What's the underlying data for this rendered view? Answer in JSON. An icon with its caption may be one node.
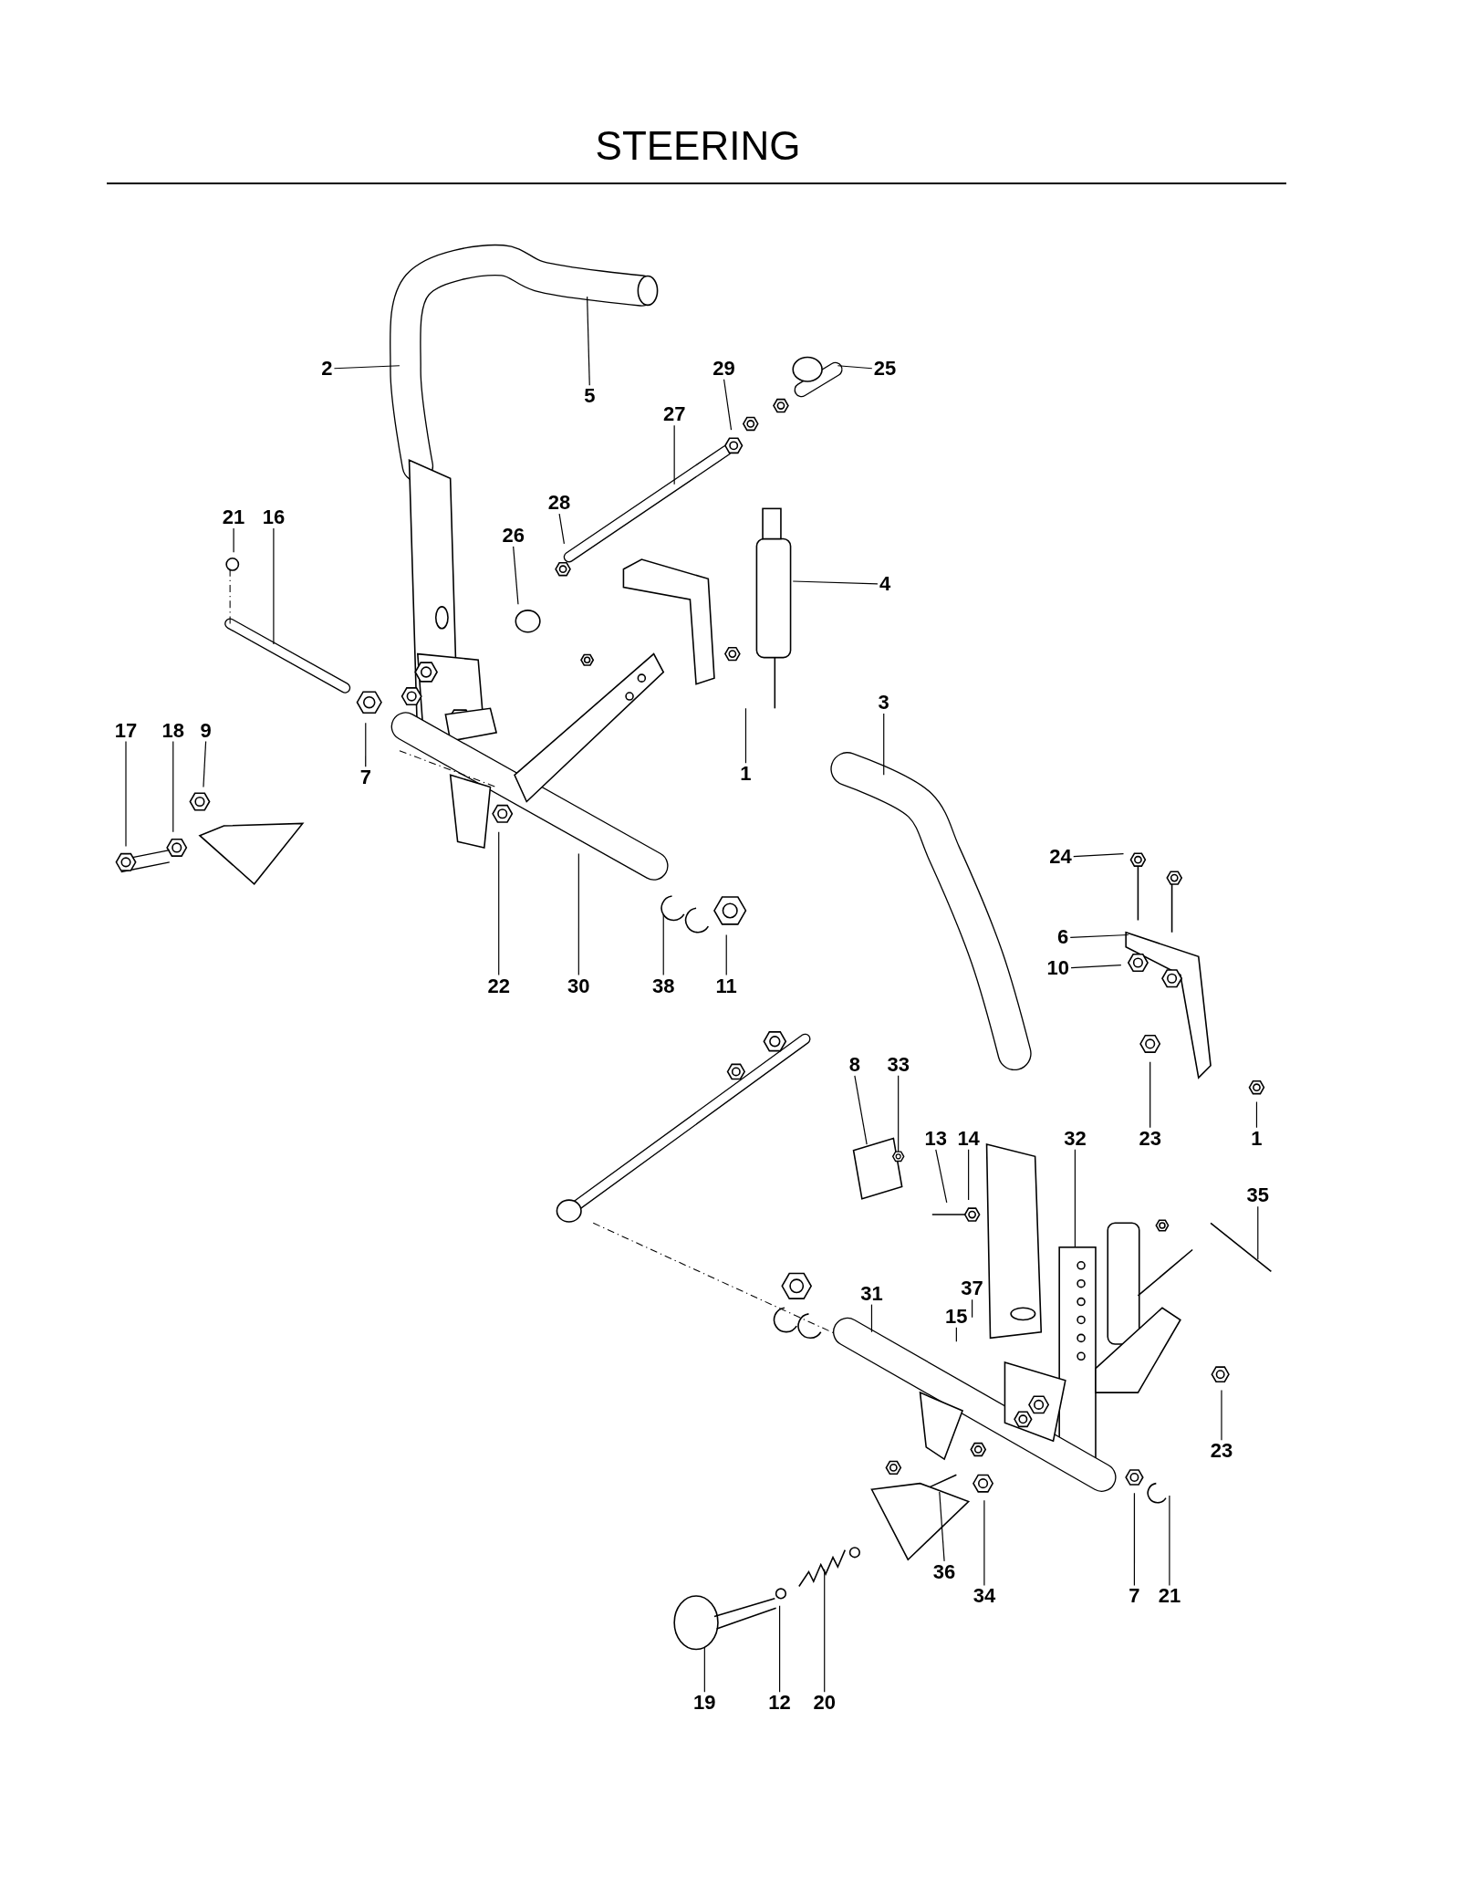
{
  "diagram": {
    "title": "STEERING",
    "nodes": [
      {
        "text": [
          "2"
        ]
      },
      {
        "text": [
          "29"
        ]
      },
      {
        "text": [
          "25"
        ]
      },
      {
        "text": [
          "5"
        ]
      },
      {
        "text": [
          "27"
        ]
      },
      {
        "text": [
          "28"
        ]
      },
      {
        "text": [
          "21"
        ]
      },
      {
        "text": [
          "16"
        ]
      },
      {
        "text": [
          "26"
        ]
      },
      {
        "text": [
          "4"
        ]
      },
      {
        "text": [
          "3"
        ]
      },
      {
        "text": [
          "17"
        ]
      },
      {
        "text": [
          "18"
        ]
      },
      {
        "text": [
          "9"
        ]
      },
      {
        "text": [
          "1"
        ]
      },
      {
        "text": [
          "7"
        ]
      },
      {
        "text": [
          "24"
        ]
      },
      {
        "text": [
          "6"
        ]
      },
      {
        "text": [
          "10"
        ]
      },
      {
        "text": [
          "22"
        ]
      },
      {
        "text": [
          "30"
        ]
      },
      {
        "text": [
          "38"
        ]
      },
      {
        "text": [
          "11"
        ]
      },
      {
        "text": [
          "8"
        ]
      },
      {
        "text": [
          "33"
        ]
      },
      {
        "text": [
          "13"
        ]
      },
      {
        "text": [
          "14"
        ]
      },
      {
        "text": [
          "32"
        ]
      },
      {
        "text": [
          "23"
        ]
      },
      {
        "text": [
          "1"
        ]
      },
      {
        "text": [
          "35"
        ]
      },
      {
        "text": [
          "37"
        ]
      },
      {
        "text": [
          "31"
        ]
      },
      {
        "text": [
          "15"
        ]
      },
      {
        "text": [
          "23"
        ]
      },
      {
        "text": [
          "36"
        ]
      },
      {
        "text": [
          "34"
        ]
      },
      {
        "text": [
          "7"
        ]
      },
      {
        "text": [
          "21"
        ]
      },
      {
        "text": [
          "19"
        ]
      },
      {
        "text": [
          "12"
        ]
      },
      {
        "text": [
          "20"
        ]
      },
      {
        "text": [],
        "shape": "nut"
      }
    ],
    "edges": [
      {
        "from": 0,
        "to": null,
        "arrow": "none"
      },
      {
        "from": 1,
        "to": null,
        "arrow": "none"
      },
      {
        "from": 2,
        "to": null,
        "arrow": "none"
      },
      {
        "from": 3,
        "to": null,
        "arrow": "none"
      },
      {
        "from": 4,
        "to": null,
        "arrow": "none"
      },
      {
        "from": 5,
        "to": null,
        "arrow": "none"
      },
      {
        "from": 6,
        "to": null,
        "arrow": "none"
      },
      {
        "from": 7,
        "to": null,
        "arrow": "none"
      },
      {
        "from": 8,
        "to": null,
        "arrow": "none"
      },
      {
        "from": 9,
        "to": null,
        "arrow": "none"
      },
      {
        "from": 10,
        "to": null,
        "arrow": "none"
      },
      {
        "from": 11,
        "to": null,
        "arrow": "none"
      },
      {
        "from": 12,
        "to": null,
        "arrow": "none"
      },
      {
        "from": 13,
        "to": null,
        "arrow": "none"
      },
      {
        "from": 14,
        "to": null,
        "arrow": "none"
      },
      {
        "from": 15,
        "to": null,
        "arrow": "none"
      },
      {
        "from": 16,
        "to": null,
        "arrow": "none"
      },
      {
        "from": 17,
        "to": null,
        "arrow": "none"
      },
      {
        "from": 18,
        "to": null,
        "arrow": "none"
      },
      {
        "from": 19,
        "to": null,
        "arrow": "none"
      },
      {
        "from": 20,
        "to": null,
        "arrow": "none"
      },
      {
        "from": 21,
        "to": null,
        "arrow": "none"
      },
      {
        "from": 22,
        "to": null,
        "arrow": "none"
      },
      {
        "from": 23,
        "to": null,
        "arrow": "none"
      },
      {
        "from": 24,
        "to": 42,
        "arrow": "none"
      },
      {
        "from": 25,
        "to": null,
        "arrow": "none"
      },
      {
        "from": 26,
        "to": null,
        "arrow": "none"
      },
      {
        "from": 27,
        "to": null,
        "arrow": "none"
      },
      {
        "from": 28,
        "to": null,
        "arrow": "none"
      },
      {
        "from": 29,
        "to": null,
        "arrow": "none"
      },
      {
        "from": 30,
        "to": null,
        "arrow": "none"
      },
      {
        "from": 31,
        "to": null,
        "arrow": "none"
      },
      {
        "from": 32,
        "to": null,
        "arrow": "none"
      },
      {
        "from": 33,
        "to": null,
        "arrow": "none"
      },
      {
        "from": 34,
        "to": null,
        "arrow": "none"
      },
      {
        "from": 35,
        "to": null,
        "arrow": "none"
      },
      {
        "from": 36,
        "to": null,
        "arrow": "none"
      },
      {
        "from": 37,
        "to": null,
        "arrow": "none"
      },
      {
        "from": 38,
        "to": null,
        "arrow": "none"
      },
      {
        "from": 39,
        "to": null,
        "arrow": "none"
      },
      {
        "from": 40,
        "to": null,
        "arrow": "none"
      },
      {
        "from": 41,
        "to": null,
        "arrow": "none"
      }
    ]
  }
}
